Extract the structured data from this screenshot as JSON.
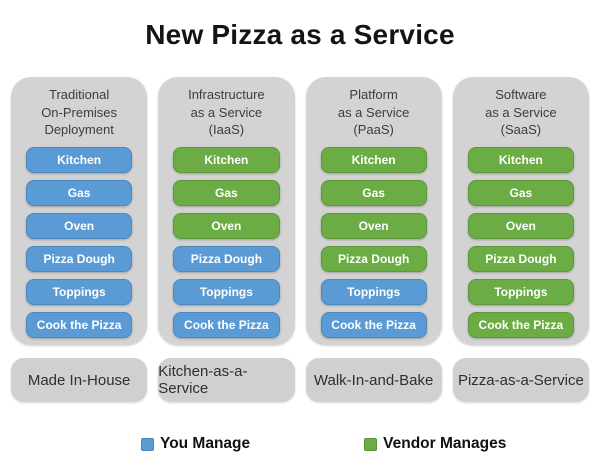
{
  "title": "New Pizza as a Service",
  "colors": {
    "you_manage": "#5B9BD5",
    "vendor_manages": "#6CAC44",
    "card_background": "#D3D3D3",
    "footer_background": "#D0D0D0"
  },
  "columns": [
    {
      "id": "traditional",
      "header_lines": [
        "Traditional",
        "On-Premises",
        "Deployment"
      ],
      "rows": [
        {
          "label": "Kitchen",
          "managed_by": "you"
        },
        {
          "label": "Gas",
          "managed_by": "you"
        },
        {
          "label": "Oven",
          "managed_by": "you"
        },
        {
          "label": "Pizza Dough",
          "managed_by": "you"
        },
        {
          "label": "Toppings",
          "managed_by": "you"
        },
        {
          "label": "Cook the Pizza",
          "managed_by": "you"
        }
      ],
      "footer": "Made In-House"
    },
    {
      "id": "iaas",
      "header_lines": [
        "Infrastructure",
        "as a Service",
        "(IaaS)"
      ],
      "rows": [
        {
          "label": "Kitchen",
          "managed_by": "vendor"
        },
        {
          "label": "Gas",
          "managed_by": "vendor"
        },
        {
          "label": "Oven",
          "managed_by": "vendor"
        },
        {
          "label": "Pizza Dough",
          "managed_by": "you"
        },
        {
          "label": "Toppings",
          "managed_by": "you"
        },
        {
          "label": "Cook the Pizza",
          "managed_by": "you"
        }
      ],
      "footer": "Kitchen-as-a-Service"
    },
    {
      "id": "paas",
      "header_lines": [
        "Platform",
        "as a Service",
        "(PaaS)"
      ],
      "rows": [
        {
          "label": "Kitchen",
          "managed_by": "vendor"
        },
        {
          "label": "Gas",
          "managed_by": "vendor"
        },
        {
          "label": "Oven",
          "managed_by": "vendor"
        },
        {
          "label": "Pizza Dough",
          "managed_by": "vendor"
        },
        {
          "label": "Toppings",
          "managed_by": "you"
        },
        {
          "label": "Cook the Pizza",
          "managed_by": "you"
        }
      ],
      "footer": "Walk-In-and-Bake"
    },
    {
      "id": "saas",
      "header_lines": [
        "Software",
        "as a Service",
        "(SaaS)"
      ],
      "rows": [
        {
          "label": "Kitchen",
          "managed_by": "vendor"
        },
        {
          "label": "Gas",
          "managed_by": "vendor"
        },
        {
          "label": "Oven",
          "managed_by": "vendor"
        },
        {
          "label": "Pizza Dough",
          "managed_by": "vendor"
        },
        {
          "label": "Toppings",
          "managed_by": "vendor"
        },
        {
          "label": "Cook the Pizza",
          "managed_by": "vendor"
        }
      ],
      "footer": "Pizza-as-a-Service"
    }
  ],
  "legend": [
    {
      "label": "You Manage",
      "color": "#5B9BD5"
    },
    {
      "label": "Vendor Manages",
      "color": "#6CAC44"
    }
  ]
}
